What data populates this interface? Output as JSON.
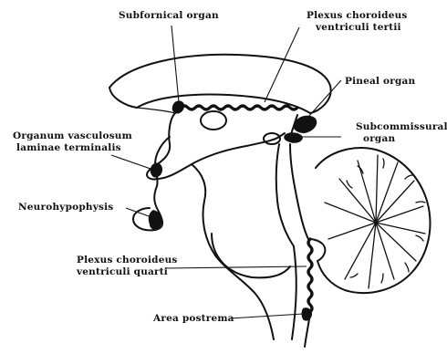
{
  "labels": {
    "subfornical_organ": "Subfornical organ",
    "plexus_choroideus_ventriculi_tertii_line1": "Plexus choroideus",
    "plexus_choroideus_ventriculi_tertii_line2": "ventriculi tertii",
    "pineal_organ": "Pineal organ",
    "subcommissural_organ_line1": "Subcommissural",
    "subcommissural_organ_line2": "organ",
    "organum_vasculosum_line1": "Organum vasculosum",
    "organum_vasculosum_line2": "laminae terminalis",
    "neurohypophysis": "Neurohypophysis",
    "plexus_choroideus_ventriculi_quarti_line1": "Plexus choroideus",
    "plexus_choroideus_ventriculi_quarti_line2": "ventriculi quarti",
    "area_postrema": "Area postrema"
  },
  "colors": {
    "ink": "#111111",
    "background": "#ffffff"
  }
}
